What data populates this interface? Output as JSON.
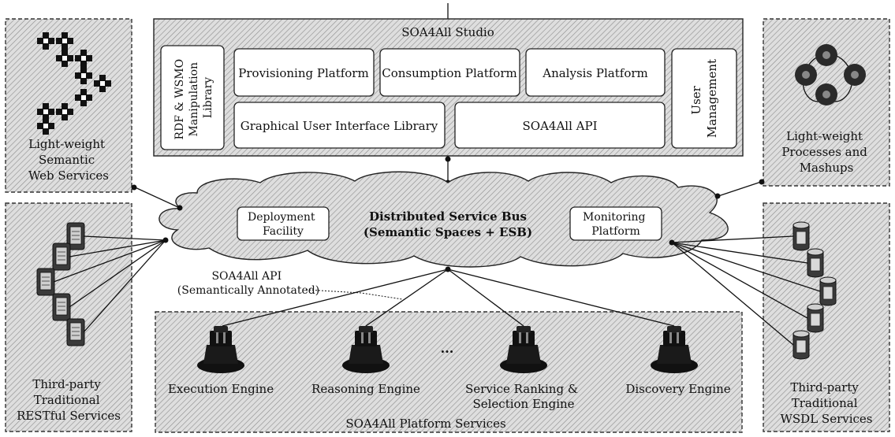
{
  "studio": {
    "title": "SOA4All Studio",
    "rdf_lib": [
      "RDF & WSMO",
      "Manipulation",
      "Library"
    ],
    "provisioning": "Provisioning Platform",
    "consumption": "Consumption Platform",
    "analysis": "Analysis Platform",
    "gui_lib": "Graphical User Interface Library",
    "api": "SOA4All API",
    "user_mgmt": [
      "User",
      "Management"
    ]
  },
  "bus": {
    "title": "Distributed Service Bus",
    "subtitle": "(Semantic Spaces + ESB)",
    "deployment": [
      "Deployment",
      "Facility"
    ],
    "monitoring": [
      "Monitoring",
      "Platform"
    ]
  },
  "api_annotation": [
    "SOA4All API",
    "(Semantically Annotated)"
  ],
  "left_top": [
    "Light-weight",
    "Semantic",
    "Web Services"
  ],
  "left_bottom": [
    "Third-party",
    "Traditional",
    "RESTful Services"
  ],
  "right_top": [
    "Light-weight",
    "Processes and",
    "Mashups"
  ],
  "right_bottom": [
    "Third-party",
    "Traditional",
    "WSDL Services"
  ],
  "platform": {
    "title": "SOA4All Platform Services",
    "ellipsis": "...",
    "engines": {
      "execution": [
        "Execution Engine"
      ],
      "reasoning": [
        "Reasoning Engine"
      ],
      "ranking": [
        "Service Ranking &",
        "Selection Engine"
      ],
      "discovery": [
        "Discovery Engine"
      ]
    }
  },
  "colors": {
    "hatch_bg": "#dedede",
    "hatch_line": "#8c8c8c",
    "line": "#111111"
  }
}
